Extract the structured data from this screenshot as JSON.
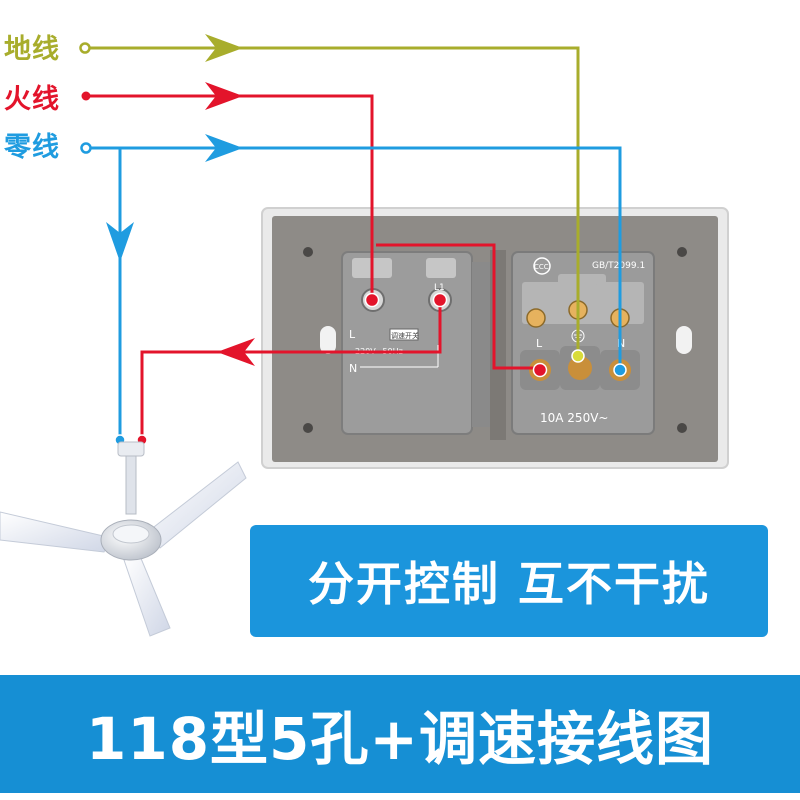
{
  "colors": {
    "ground": "#a8ad2c",
    "live": "#e3142b",
    "neutral": "#1f9ce0",
    "banner": "#1b95dc",
    "footer": "#168fd4",
    "plate": "#e9e9e9",
    "plate_inner": "#8d8a86",
    "module": "#9a9a9a"
  },
  "wire_labels": {
    "ground": "地线",
    "live": "火线",
    "neutral": "零线"
  },
  "switch_module": {
    "terminal_L1": "L1",
    "terminal_L": "L",
    "terminal_N": "N",
    "rating": "220V~50Hz",
    "badge": "调速开关"
  },
  "socket_module": {
    "standard": "GB/T2099.1",
    "cert_mark": "CCC",
    "terminal_L": "L",
    "terminal_N": "N",
    "rating": "10A 250V~"
  },
  "slogan": "分开控制 互不干扰",
  "footer": "118型5孔+调速接线图",
  "icons": [
    "ceiling-fan-icon",
    "arrow-icon",
    "ground-symbol-icon"
  ]
}
